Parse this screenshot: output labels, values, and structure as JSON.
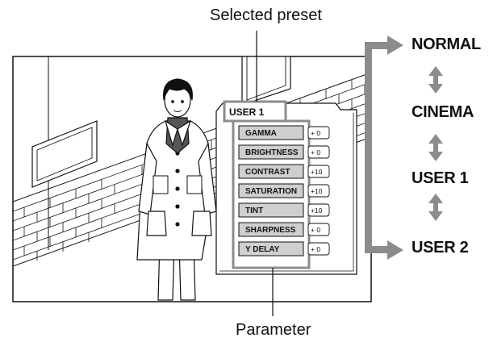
{
  "callouts": {
    "selected_preset": "Selected preset",
    "parameter": "Parameter"
  },
  "menu": {
    "title": "USER 1",
    "parameters": [
      {
        "label": "GAMMA",
        "value": "+ 0"
      },
      {
        "label": "BRIGHTNESS",
        "value": "+ 0"
      },
      {
        "label": "CONTRAST",
        "value": "+10"
      },
      {
        "label": "SATURATION",
        "value": "+10"
      },
      {
        "label": "TINT",
        "value": "+10"
      },
      {
        "label": "SHARPNESS",
        "value": "+ 0"
      },
      {
        "label": "Y DELAY",
        "value": "+ 0"
      }
    ]
  },
  "preset_cycle": [
    "NORMAL",
    "CINEMA",
    "USER 1",
    "USER 2"
  ],
  "colors": {
    "highlight_frame": "#8c8c8c",
    "button_fill": "#cfcfcf",
    "arrow_gray": "#8c8c8c",
    "line": "#111111"
  }
}
